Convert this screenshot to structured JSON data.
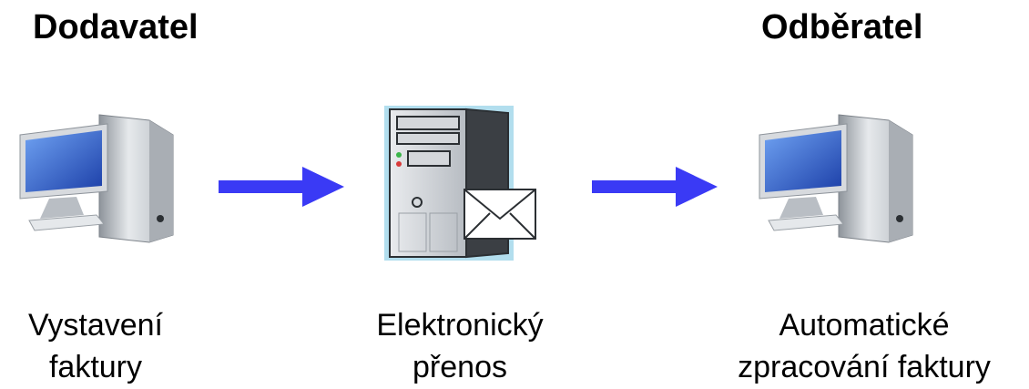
{
  "headings": {
    "supplier": "Dodavatel",
    "customer": "Odběratel"
  },
  "nodes": [
    {
      "id": "supplier-pc",
      "icon": "desktop-computer-icon",
      "caption_lines": [
        "Vystavení",
        "faktury"
      ]
    },
    {
      "id": "server",
      "icon": "server-with-mail-icon",
      "caption_lines": [
        "Elektronický",
        "přenos"
      ]
    },
    {
      "id": "customer-pc",
      "icon": "desktop-computer-icon",
      "caption_lines": [
        "Automatické",
        "zpracování faktury"
      ]
    }
  ],
  "colors": {
    "arrow": "#3a3af5",
    "monitor_screen": "#2a5fd6",
    "tower": "#c9cdd2",
    "server_outline": "#7ec8e3"
  }
}
